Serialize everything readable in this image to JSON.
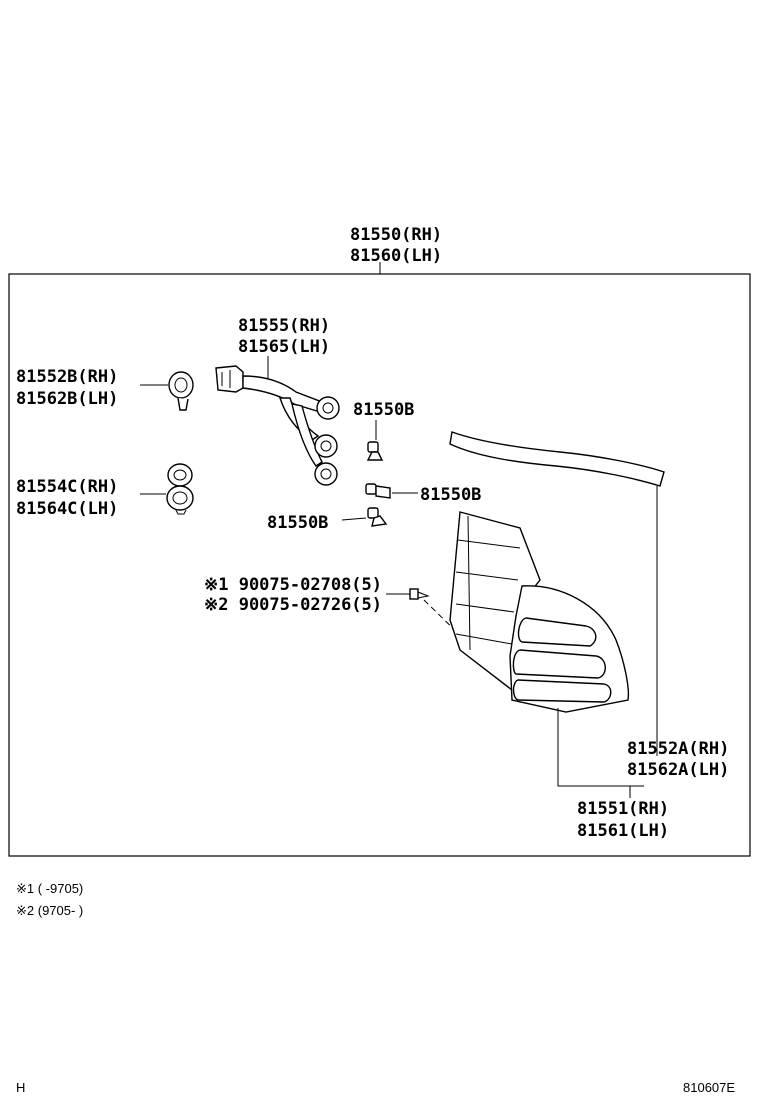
{
  "assembly": {
    "top_rh": "81550(RH)",
    "top_lh": "81560(LH)"
  },
  "parts": {
    "socket_wire_rh": "81555(RH)",
    "socket_wire_lh": "81565(LH)",
    "socket_b_rh": "81552B(RH)",
    "socket_b_lh": "81562B(LH)",
    "socket_c_rh": "81554C(RH)",
    "socket_c_lh": "81564C(LH)",
    "bulb_1": "81550B",
    "bulb_2": "81550B",
    "bulb_3": "81550B",
    "screw_note_1": "※1 90075-02708(5)",
    "screw_note_2": "※2 90075-02726(5)",
    "gasket_rh": "81552A(RH)",
    "gasket_lh": "81562A(LH)",
    "lens_rh": "81551(RH)",
    "lens_lh": "81561(LH)"
  },
  "footnotes": {
    "note_1": "※1 (    -9705)",
    "note_2": "※2 (9705-    )"
  },
  "footer": {
    "left_code": "H",
    "right_code": "810607E"
  }
}
